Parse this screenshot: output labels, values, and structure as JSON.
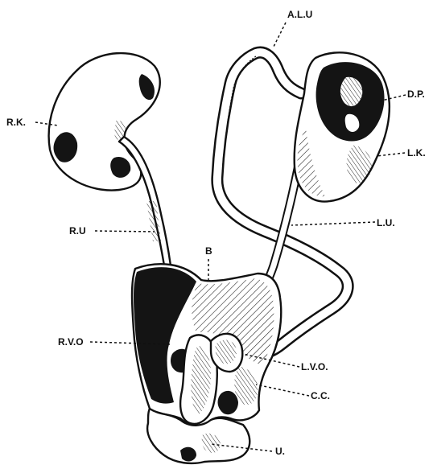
{
  "labels": {
    "alu": "A.L.U",
    "dp": "D.P.",
    "rk": "R.K.",
    "lk": "L.K.",
    "ru": "R.U",
    "lu": "L.U.",
    "b": "B",
    "rvo": "R.V.O",
    "lvo": "L.V.O.",
    "cc": "C.C.",
    "u": "U."
  }
}
